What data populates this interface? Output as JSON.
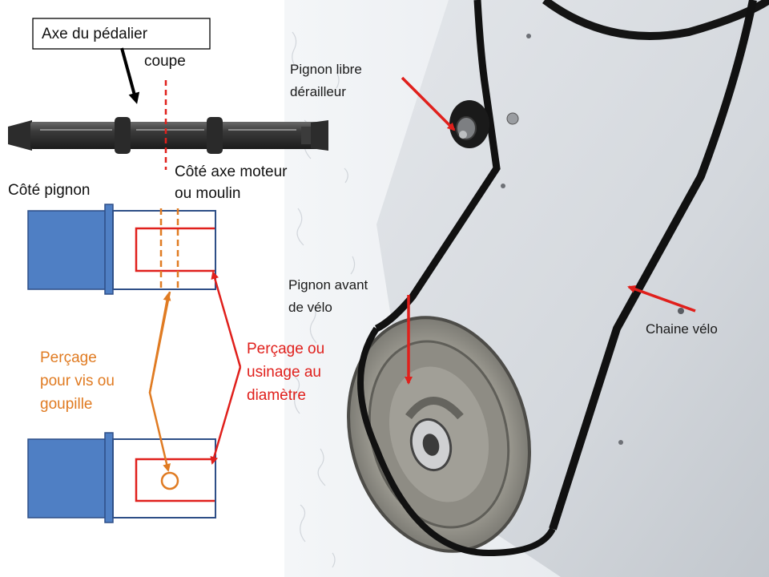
{
  "labels": {
    "axle_box": "Axe du pédalier",
    "cut": "coupe",
    "motor_side_1": "Côté axe moteur",
    "motor_side_2": "ou moulin",
    "sprocket_side": "Côté pignon",
    "pin_drill_1": "Perçage",
    "pin_drill_2": "pour vis ou",
    "pin_drill_3": "goupille",
    "bore_1": "Perçage ou",
    "bore_2": "usinage au",
    "bore_3": "diamètre",
    "idler_1": "Pignon libre",
    "idler_2": "dérailleur",
    "front_1": "Pignon avant",
    "front_2": "de vélo",
    "chain": "Chaine vélo"
  },
  "colors": {
    "annotation_red": "#e0201c",
    "drill_orange": "#e07b22",
    "part_blue": "#4f7fc4",
    "outline_blue": "#2e4f87",
    "text_black": "#111111"
  }
}
